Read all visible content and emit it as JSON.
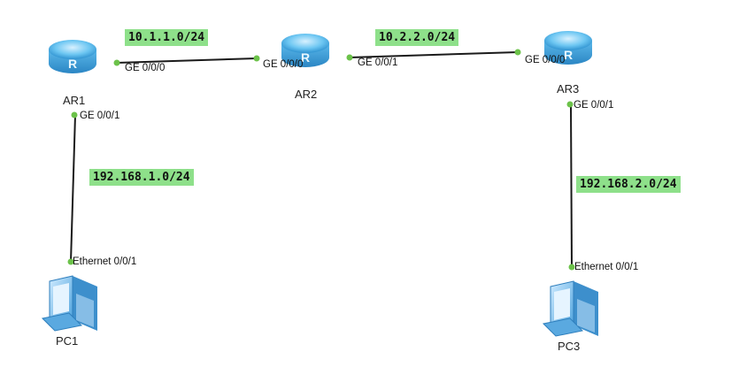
{
  "colors": {
    "link": "#1a1a1a",
    "port_dot": "#6cc24a",
    "net_label_bg": "#8ee08a",
    "router_body": "#4fb3e8",
    "pc_body": "#6fb8e8"
  },
  "devices": {
    "ar1": {
      "name": "AR1",
      "icon": "router-icon"
    },
    "ar2": {
      "name": "AR2",
      "icon": "router-icon"
    },
    "ar3": {
      "name": "AR3",
      "icon": "router-icon"
    },
    "pc1": {
      "name": "PC1",
      "icon": "pc-icon"
    },
    "pc3": {
      "name": "PC3",
      "icon": "pc-icon"
    }
  },
  "networks": {
    "ar1_ar2": "10.1.1.0/24",
    "ar2_ar3": "10.2.2.0/24",
    "ar1_pc1": "192.168.1.0/24",
    "ar3_pc3": "192.168.2.0/24"
  },
  "ports": {
    "ar1_ge000": "GE 0/0/0",
    "ar1_ge001": "GE 0/0/1",
    "ar2_ge000": "GE 0/0/0",
    "ar2_ge001": "GE 0/0/1",
    "ar3_ge000": "GE 0/0/0",
    "ar3_ge001": "GE 0/0/1",
    "pc1_eth": "Ethernet 0/0/1",
    "pc3_eth": "Ethernet 0/0/1"
  }
}
